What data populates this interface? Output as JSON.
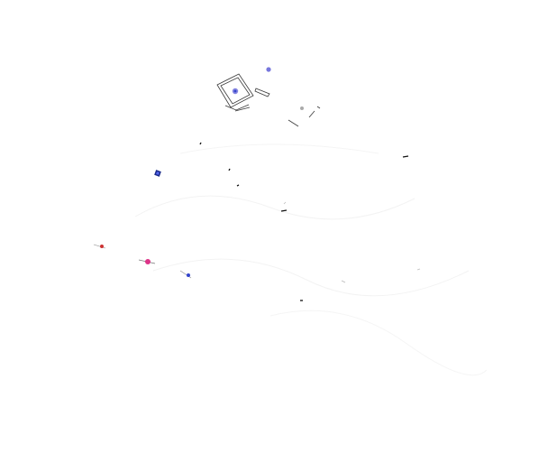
{
  "canvas": {
    "background": "#ffffff"
  },
  "palette": {
    "line": "#3a3a3a",
    "dark": "#111111",
    "blue": "#3344cc",
    "navy": "#1a2a8a",
    "lavender": "#7777dd",
    "pink": "#dd3388",
    "red": "#cc3333",
    "faint": "#f3f3f3"
  },
  "objects": [
    {
      "name": "device-icon",
      "color": "line"
    },
    {
      "name": "target-marker",
      "color": "lavender"
    },
    {
      "name": "dot-marker-blue-small",
      "color": "lavender"
    },
    {
      "name": "dot-marker-blue",
      "color": "blue"
    },
    {
      "name": "dot-marker-pink",
      "color": "pink"
    },
    {
      "name": "dot-marker-red",
      "color": "red"
    },
    {
      "name": "dot-marker-blue-low",
      "color": "blue"
    }
  ]
}
